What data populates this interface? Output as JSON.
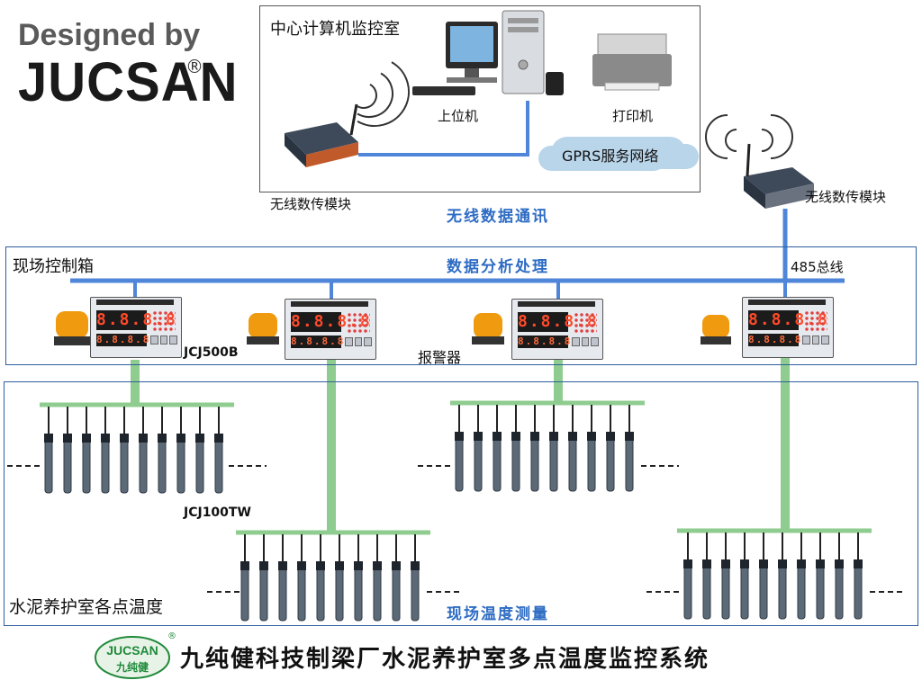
{
  "brand": {
    "designed_by": "Designed by",
    "name": "JUCSAN",
    "registered": "®"
  },
  "control_room": {
    "title": "中心计算机监控室",
    "host_pc_label": "上位机",
    "printer_label": "打印机",
    "gprs_label": "GPRS服务网络"
  },
  "wireless_module_left": "无线数传模块",
  "wireless_module_right": "无线数传模块",
  "wireless_comm_title": "无线数据通讯",
  "site_box": {
    "title": "现场控制箱",
    "analysis_title": "数据分析处理",
    "bus_label": "485总线",
    "controller_model": "JCJ500B",
    "alarm_label": "报警器"
  },
  "controller_display": {
    "top": "8.8.8.8",
    "bottom": "8.8.8.8"
  },
  "sensor_box": {
    "title": "水泥养护室各点温度",
    "sensor_model": "JCJ100TW",
    "measurement_title": "现场温度测量"
  },
  "footer": {
    "logo_text_top": "JUCSAN",
    "logo_text_bottom": "九纯健",
    "logo_registered": "®",
    "title": "九纯健科技制梁厂水泥养护室多点温度监控系统"
  },
  "colors": {
    "bus_blue": "#4f86d9",
    "branch_green": "#8fcc8f",
    "frame_blue": "#2f5f9e",
    "title_blue": "#2e6cc4"
  }
}
